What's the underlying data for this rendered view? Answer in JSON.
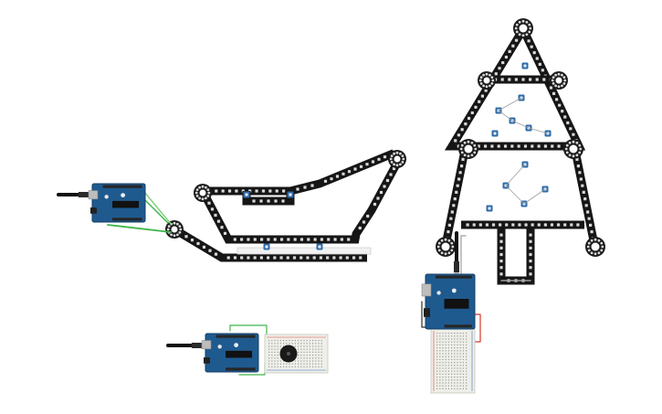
{
  "app": {
    "title": ""
  },
  "scene": {
    "background": "#ffffff",
    "colors": {
      "strip": "#161616",
      "led_off": "#d8d8d8",
      "led_glow": "#ffffff",
      "ring": "#1b1b1b",
      "board_blue": "#1f5a8f",
      "board_edge": "#143e66",
      "header": "#262626",
      "usb_cable": "#111111",
      "usb_plug": "#bdbdbd",
      "wire_green": "#3fb54a",
      "wire_light_green": "#7fd07a",
      "wire_red": "#d33a2c",
      "wire_gray": "#9e9e9e",
      "breadboard": "#efefe9",
      "breadboard_hole": "#9a9a9a",
      "breadboard_rail_red": "#d9483b",
      "breadboard_rail_blue": "#3a6fc4",
      "ornament": "#2e6aa6",
      "buzzer": "#1a1a1a"
    },
    "components": {
      "arduino_boards": [
        {
          "id": "uno-sleigh",
          "name": "arduino-uno-sleigh-controller"
        },
        {
          "id": "uno-buzzer",
          "name": "arduino-uno-buzzer-controller"
        },
        {
          "id": "uno-tree",
          "name": "arduino-uno-tree-controller"
        }
      ],
      "led_strips": [
        {
          "id": "sleigh-strip",
          "name": "neopixel-sleigh-outline"
        },
        {
          "id": "tree-strip",
          "name": "neopixel-christmas-tree"
        }
      ],
      "breadboards": [
        {
          "id": "bb-buzzer",
          "name": "breadboard-buzzer"
        },
        {
          "id": "bb-tree",
          "name": "breadboard-tree"
        }
      ],
      "buzzer": {
        "id": "piezo",
        "name": "piezo-buzzer"
      }
    }
  }
}
